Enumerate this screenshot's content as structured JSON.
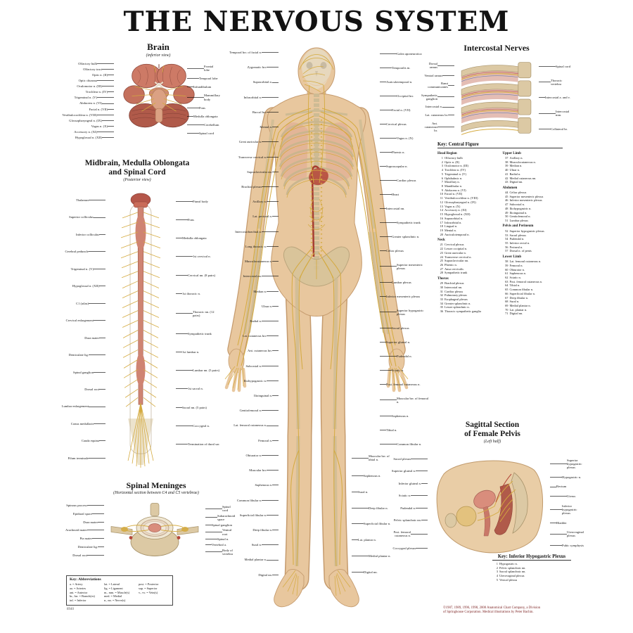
{
  "title": "THE NERVOUS SYSTEM",
  "sections": {
    "brain": {
      "heading": "Brain",
      "subtitle": "(inferior view)",
      "labels_left": [
        "Olfactory bulb",
        "Olfactory tract",
        "Optic n. (II)",
        "Optic chiasma",
        "Oculomotor n. (III)",
        "Trochlear n. (IV)",
        "Trigeminal n. (V)",
        "Abducens n. (VI)",
        "Facial n. (VII)",
        "Vestibulocochlear n. (VIII)",
        "Glossopharyngeal n. (IX)",
        "Vagus n. (X)",
        "Accessory n. (XI)",
        "Hypoglossal n. (XII)"
      ],
      "labels_right": [
        "Frontal lobe",
        "Temporal lobe",
        "Infundibulum",
        "Mammillary body",
        "Pons",
        "Medulla oblongata",
        "Cerebellum",
        "Spinal cord"
      ]
    },
    "midbrain": {
      "heading_line1": "Midbrain, Medulla Oblongata",
      "heading_line2": "and Spinal Cord",
      "subtitle": "(Posterior view)",
      "labels_left": [
        "Thalamus",
        "Superior colliculus",
        "Inferior colliculus",
        "Cerebral peduncle",
        "Trigeminal n. (V)",
        "Hypoglossal n. (XII)",
        "C1 (atlas)",
        "Cervical enlargement",
        "Dura mater",
        "Denticulate lig.",
        "Spinal ganglion",
        "Dorsal root",
        "Lumbar enlargement",
        "Conus medullaris",
        "Cauda equina",
        "Filum terminale"
      ],
      "labels_right": [
        "Pineal body",
        "Pons",
        "Medulla oblongata",
        "1st cervical n.",
        "Cervical nn. (8 pairs)",
        "1st thoracic n.",
        "Thoracic nn. (12 pairs)",
        "Sympathetic trunk",
        "1st lumbar n.",
        "Lumbar nn. (5 pairs)",
        "1st sacral n.",
        "Sacral nn. (5 pairs)",
        "Coccygeal n.",
        "Termination of dural sac"
      ]
    },
    "meninges": {
      "heading": "Spinal Meninges",
      "subtitle": "(Horizontal section between C4 and C5 vertebrae)",
      "labels_left": [
        "Spinous process",
        "Epidural space",
        "Dura mater",
        "Arachnoid mater",
        "Pia mater",
        "Denticulate lig.",
        "Dorsal root"
      ],
      "labels_right": [
        "Spinal cord",
        "Subarachnoid space",
        "Spinal ganglion",
        "Ventral root",
        "Spinal n.",
        "Vertebral a.",
        "Body of vertebra"
      ]
    },
    "intercostal": {
      "heading": "Intercostal Nerves",
      "labels_left": [
        "Dorsal ramus",
        "Ventral ramus",
        "Rami communicantes",
        "Sympathetic ganglion",
        "Intercostal n.",
        "Lat. cutaneous br.",
        "Ant. cutaneous br."
      ],
      "labels_right": [
        "Spinal cord",
        "Thoracic vertebra",
        "Intercostal a. and v.",
        "Intercostal mm.",
        "Collateral br."
      ]
    },
    "pelvis": {
      "heading_line1": "Sagittal Section",
      "heading_line2": "of Female Pelvis",
      "subtitle": "(Left half)",
      "labels_left": [
        "Sacral plexus",
        "Superior gluteal n.",
        "Inferior gluteal n.",
        "Sciatic n.",
        "Pudendal n.",
        "Pelvic splanchnic nn.",
        "Post. femoral cutaneous n.",
        "Coccygeal plexus"
      ],
      "labels_right": [
        "Superior hypogastric plexus",
        "Hypogastric n.",
        "Rectum",
        "Uterus",
        "Inferior hypogastric plexus",
        "Bladder",
        "Uterovaginal plexus",
        "Pubic symphysis"
      ]
    },
    "figure": {
      "labels_left": [
        "Temporal brr. of facial n.",
        "Zygomatic brr.",
        "Supraorbital n.",
        "Infraorbital n.",
        "Buccal brr.",
        "Mental n.",
        "Great auricular n.",
        "Transverse cervical n.",
        "Supraclavicular nn.",
        "Brachial plexus",
        "Axillary n.",
        "Lat. pectoral n.",
        "Intercostobrachial n.",
        "Long thoracic n.",
        "Musculocutaneous n.",
        "Intercostal nn.",
        "Median n.",
        "Ulnar n.",
        "Radial n.",
        "Lat. cutaneous brr.",
        "Ant. cutaneous brr.",
        "Subcostal n.",
        "Iliohypogastric n.",
        "Ilioinguinal n.",
        "Genitofemoral n.",
        "Lat. femoral cutaneous n.",
        "Femoral n.",
        "Obturator n.",
        "Muscular brr.",
        "Saphenous n.",
        "Common fibular n.",
        "Superficial fibular n.",
        "Deep fibular n.",
        "Sural n.",
        "Medial plantar n.",
        "Digital nn."
      ],
      "labels_right": [
        "Galea aponeurotica",
        "Temporalis m.",
        "Auriculotemporal n.",
        "Occipital brr.",
        "Facial n. (VII)",
        "Cervical plexus",
        "Vagus n. (X)",
        "Phrenic n.",
        "Suprascapular n.",
        "Cardiac plexus",
        "Heart",
        "Intercostal nn.",
        "Sympathetic trunk",
        "Greater splanchnic n.",
        "Celiac plexus",
        "Superior mesenteric plexus",
        "Lumbar plexus",
        "Inferior mesenteric plexus",
        "Superior hypogastric plexus",
        "Sacral plexus",
        "Superior gluteal n.",
        "Pudendal n.",
        "Sciatic n.",
        "Post. femoral cutaneous n.",
        "Muscular brr. of femoral n.",
        "Saphenous n.",
        "Tibial n.",
        "Common fibular n."
      ],
      "labels_right_lower": [
        "Muscular brr. of tibial n.",
        "Saphenous n.",
        "Sural n.",
        "Deep fibular n.",
        "Superficial fibular n.",
        "Lat. plantar n.",
        "Medial plantar n.",
        "Digital nn."
      ]
    }
  },
  "key_central": {
    "heading": "Key: Central Figure",
    "col1": [
      {
        "h": "Head Region"
      },
      {
        "n": "1",
        "t": "Olfactory bulb"
      },
      {
        "n": "2",
        "t": "Optic n. (II)"
      },
      {
        "n": "3",
        "t": "Oculomotor n. (III)"
      },
      {
        "n": "4",
        "t": "Trochlear n. (IV)"
      },
      {
        "n": "5",
        "t": "Trigeminal n. (V)"
      },
      {
        "n": "6",
        "t": "Ophthalmic n."
      },
      {
        "n": "7",
        "t": "Maxillary n."
      },
      {
        "n": "8",
        "t": "Mandibular n."
      },
      {
        "n": "9",
        "t": "Abducens n. (VI)"
      },
      {
        "n": "10",
        "t": "Facial n. (VII)"
      },
      {
        "n": "11",
        "t": "Vestibulocochlear n. (VIII)"
      },
      {
        "n": "12",
        "t": "Glossopharyngeal n. (IX)"
      },
      {
        "n": "13",
        "t": "Vagus n. (X)"
      },
      {
        "n": "14",
        "t": "Accessory n. (XI)"
      },
      {
        "n": "15",
        "t": "Hypoglossal n. (XII)"
      },
      {
        "n": "16",
        "t": "Supraorbital n."
      },
      {
        "n": "17",
        "t": "Infraorbital n."
      },
      {
        "n": "18",
        "t": "Lingual n."
      },
      {
        "n": "19",
        "t": "Mental n."
      },
      {
        "n": "20",
        "t": "Auriculotemporal n."
      },
      {
        "h": "Neck"
      },
      {
        "n": "21",
        "t": "Cervical plexus"
      },
      {
        "n": "22",
        "t": "Lesser occipital n."
      },
      {
        "n": "23",
        "t": "Great auricular n."
      },
      {
        "n": "24",
        "t": "Transverse cervical n."
      },
      {
        "n": "25",
        "t": "Supraclavicular nn."
      },
      {
        "n": "26",
        "t": "Phrenic n."
      },
      {
        "n": "27",
        "t": "Ansa cervicalis"
      },
      {
        "n": "28",
        "t": "Sympathetic trunk"
      },
      {
        "h": "Thorax"
      },
      {
        "n": "29",
        "t": "Brachial plexus"
      },
      {
        "n": "30",
        "t": "Intercostal nn."
      },
      {
        "n": "31",
        "t": "Cardiac plexus"
      },
      {
        "n": "32",
        "t": "Pulmonary plexus"
      },
      {
        "n": "33",
        "t": "Esophageal plexus"
      },
      {
        "n": "34",
        "t": "Greater splanchnic n."
      },
      {
        "n": "35",
        "t": "Lesser splanchnic n."
      },
      {
        "n": "36",
        "t": "Thoracic sympathetic ganglia"
      }
    ],
    "col2": [
      {
        "h": "Upper Limb"
      },
      {
        "n": "37",
        "t": "Axillary n."
      },
      {
        "n": "38",
        "t": "Musculocutaneous n."
      },
      {
        "n": "39",
        "t": "Median n."
      },
      {
        "n": "40",
        "t": "Ulnar n."
      },
      {
        "n": "41",
        "t": "Radial n."
      },
      {
        "n": "42",
        "t": "Medial cutaneous nn."
      },
      {
        "n": "43",
        "t": "Digital nn."
      },
      {
        "h": "Abdomen"
      },
      {
        "n": "44",
        "t": "Celiac plexus"
      },
      {
        "n": "45",
        "t": "Superior mesenteric plexus"
      },
      {
        "n": "46",
        "t": "Inferior mesenteric plexus"
      },
      {
        "n": "47",
        "t": "Subcostal n."
      },
      {
        "n": "48",
        "t": "Iliohypogastric n."
      },
      {
        "n": "49",
        "t": "Ilioinguinal n."
      },
      {
        "n": "50",
        "t": "Genitofemoral n."
      },
      {
        "n": "51",
        "t": "Lumbar plexus"
      },
      {
        "h": "Pelvis and Perineum"
      },
      {
        "n": "52",
        "t": "Superior hypogastric plexus"
      },
      {
        "n": "53",
        "t": "Sacral plexus"
      },
      {
        "n": "54",
        "t": "Pudendal n."
      },
      {
        "n": "55",
        "t": "Inferior rectal n."
      },
      {
        "n": "56",
        "t": "Perineal n."
      },
      {
        "n": "57",
        "t": "Dorsal n. of penis"
      },
      {
        "h": "Lower Limb"
      },
      {
        "n": "58",
        "t": "Lat. femoral cutaneous n."
      },
      {
        "n": "59",
        "t": "Femoral n."
      },
      {
        "n": "60",
        "t": "Obturator n."
      },
      {
        "n": "61",
        "t": "Saphenous n."
      },
      {
        "n": "62",
        "t": "Sciatic n."
      },
      {
        "n": "63",
        "t": "Post. femoral cutaneous n."
      },
      {
        "n": "64",
        "t": "Tibial n."
      },
      {
        "n": "65",
        "t": "Common fibular n."
      },
      {
        "n": "66",
        "t": "Superficial fibular n."
      },
      {
        "n": "67",
        "t": "Deep fibular n."
      },
      {
        "n": "68",
        "t": "Sural n."
      },
      {
        "n": "69",
        "t": "Medial plantar n."
      },
      {
        "n": "70",
        "t": "Lat. plantar n."
      },
      {
        "n": "71",
        "t": "Digital nn."
      }
    ]
  },
  "key_hypogastric": {
    "heading": "Key: Inferior Hypogastric Plexus",
    "items": [
      {
        "n": "1",
        "t": "Hypogastric n."
      },
      {
        "n": "2",
        "t": "Pelvic splanchnic nn."
      },
      {
        "n": "3",
        "t": "Sacral splanchnic nn."
      },
      {
        "n": "4",
        "t": "Uterovaginal plexus"
      },
      {
        "n": "5",
        "t": "Vesical plexus"
      }
    ]
  },
  "key_abbreviations": {
    "heading": "Key: Abbreviations",
    "items": [
      "a. = Artery",
      "aa. = Arteries",
      "ant. = Anterior",
      "br., brr. = Branch(es)",
      "inf. = Inferior",
      "lat. = Lateral",
      "lig. = Ligament",
      "m., mm. = Muscle(s)",
      "med. = Medial",
      "n., nn. = Nerve(s)",
      "post. = Posterior",
      "sup. = Superior",
      "v., vv. = Vein(s)"
    ]
  },
  "footer": {
    "item_number": "8940",
    "copyright_line1": "©1987, 1989, 1996, 1998, 2000 Anatomical Chart Company, a Division",
    "copyright_line2": "of Springhouse Corporation. Medical illustrations by Peter Bachin."
  }
}
